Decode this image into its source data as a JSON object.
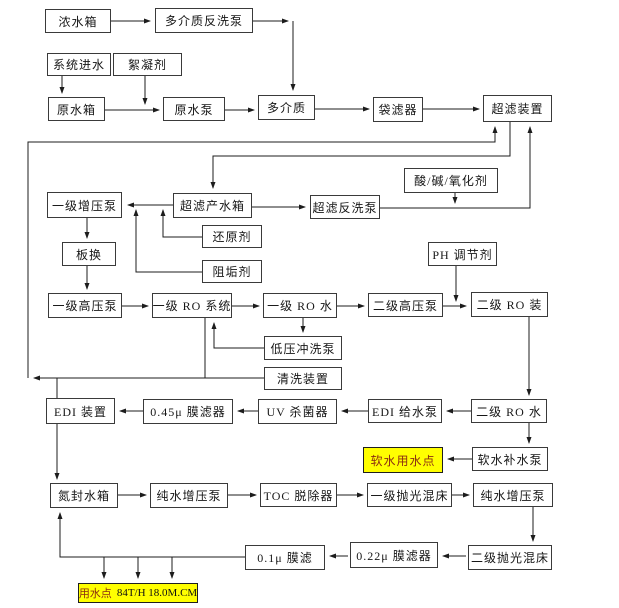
{
  "colors": {
    "highlight_fill": "#ffff00",
    "line": "#1c1c1c",
    "box_border": "#3a3a3a",
    "accent_text": "#8b2e12"
  },
  "nodes": {
    "concentrate_tank": "浓水箱",
    "multimedia_backwash_pump": "多介质反洗泵",
    "system_inlet": "系统进水",
    "flocculant": "絮凝剂",
    "raw_water_tank": "原水箱",
    "raw_water_pump": "原水泵",
    "multimedia_filter": "多介质",
    "bag_filter": "袋滤器",
    "uf_unit": "超滤装置",
    "acid_alkali_oxidizer": "酸/碱/氧化剂",
    "stage1_booster_pump": "一级增压泵",
    "uf_product_tank": "超滤产水箱",
    "uf_backwash_pump": "超滤反洗泵",
    "reducing_agent": "还原剂",
    "antiscalant": "阻垢剂",
    "plate_heat_exchanger": "板换",
    "ph_adjuster": "PH 调节剂",
    "stage1_hp_pump": "一级高压泵",
    "stage1_ro_system": "一级 RO 系统",
    "stage1_ro_water": "一级 RO 水",
    "stage2_hp_pump": "二级高压泵",
    "stage2_ro_unit": "二级 RO 装",
    "low_pressure_flush_pump": "低压冲洗泵",
    "cip_unit": "清洗装置",
    "edi_unit": "EDI 装置",
    "filter_045um": "0.45μ 膜滤器",
    "uv_sterilizer": "UV 杀菌器",
    "edi_feed_pump": "EDI 给水泵",
    "stage2_ro_water_tank": "二级 RO 水",
    "soft_water_use_point": "软水用水点",
    "soft_water_makeup_pump": "软水补水泵",
    "nitrogen_sealed_tank": "氮封水箱",
    "pure_water_booster_pump_1": "纯水增压泵",
    "toc_remover": "TOC 脱除器",
    "stage1_polishing_bed": "一级抛光混床",
    "pure_water_booster_pump_2": "纯水增压泵",
    "filter_01um": "0.1μ 膜滤",
    "filter_022um": "0.22μ 膜滤器",
    "stage2_polishing_bed": "二级抛光混床"
  },
  "usage_point": {
    "name": "用水点",
    "spec": "84T/H  18.0M.CM"
  }
}
